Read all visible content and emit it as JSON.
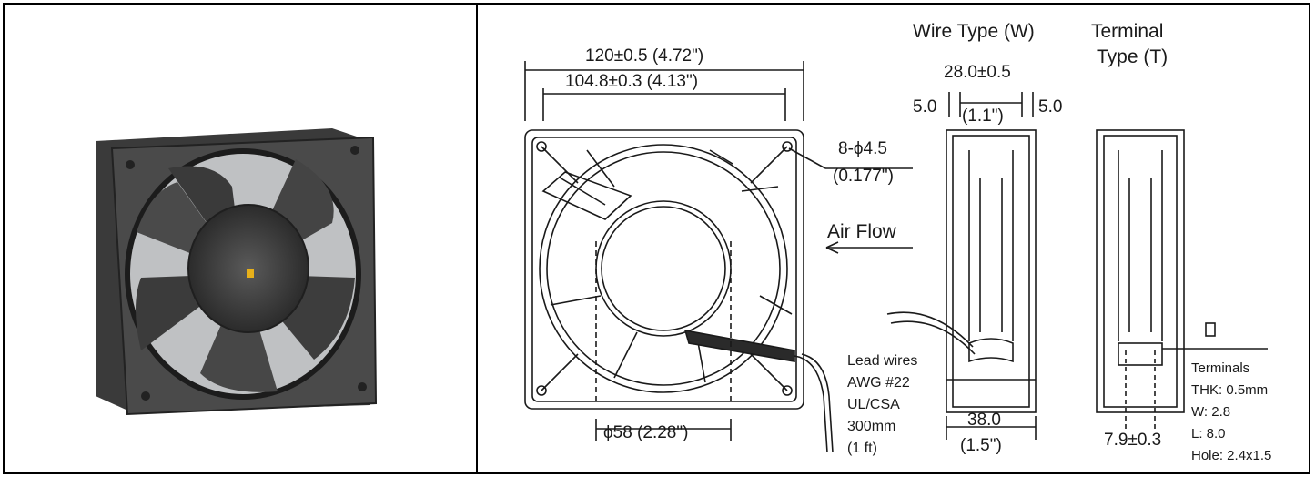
{
  "drawing": {
    "dim_width": "120±0.5 (4.72\")",
    "dim_hole_pitch": "104.8±0.3  (4.13\")",
    "hole_spec": "8-ϕ4.5",
    "hole_spec_in": "(0.177\")",
    "air_flow": "Air Flow",
    "hub_dim": "ϕ58 (2.28\")",
    "lead_wires": [
      "Lead wires",
      "AWG #22",
      "UL/CSA",
      "300mm",
      "(1 ft)"
    ],
    "wire_type_title": "Wire Type (W)",
    "terminal_type_title": [
      "Terminal",
      "Type (T)"
    ],
    "dim_inner": "28.0±0.5",
    "dim_inner_in": "(1.1\")",
    "dim_side_left": "5.0",
    "dim_side_right": "5.0",
    "dim_depth": "38.0",
    "dim_depth_in": "(1.5\")",
    "dim_terminal_pitch": "7.9±0.3",
    "terminals": [
      "Terminals",
      "THK: 0.5mm",
      "W: 2.8",
      "L: 8.0",
      "Hole: 2.4x1.5"
    ]
  }
}
